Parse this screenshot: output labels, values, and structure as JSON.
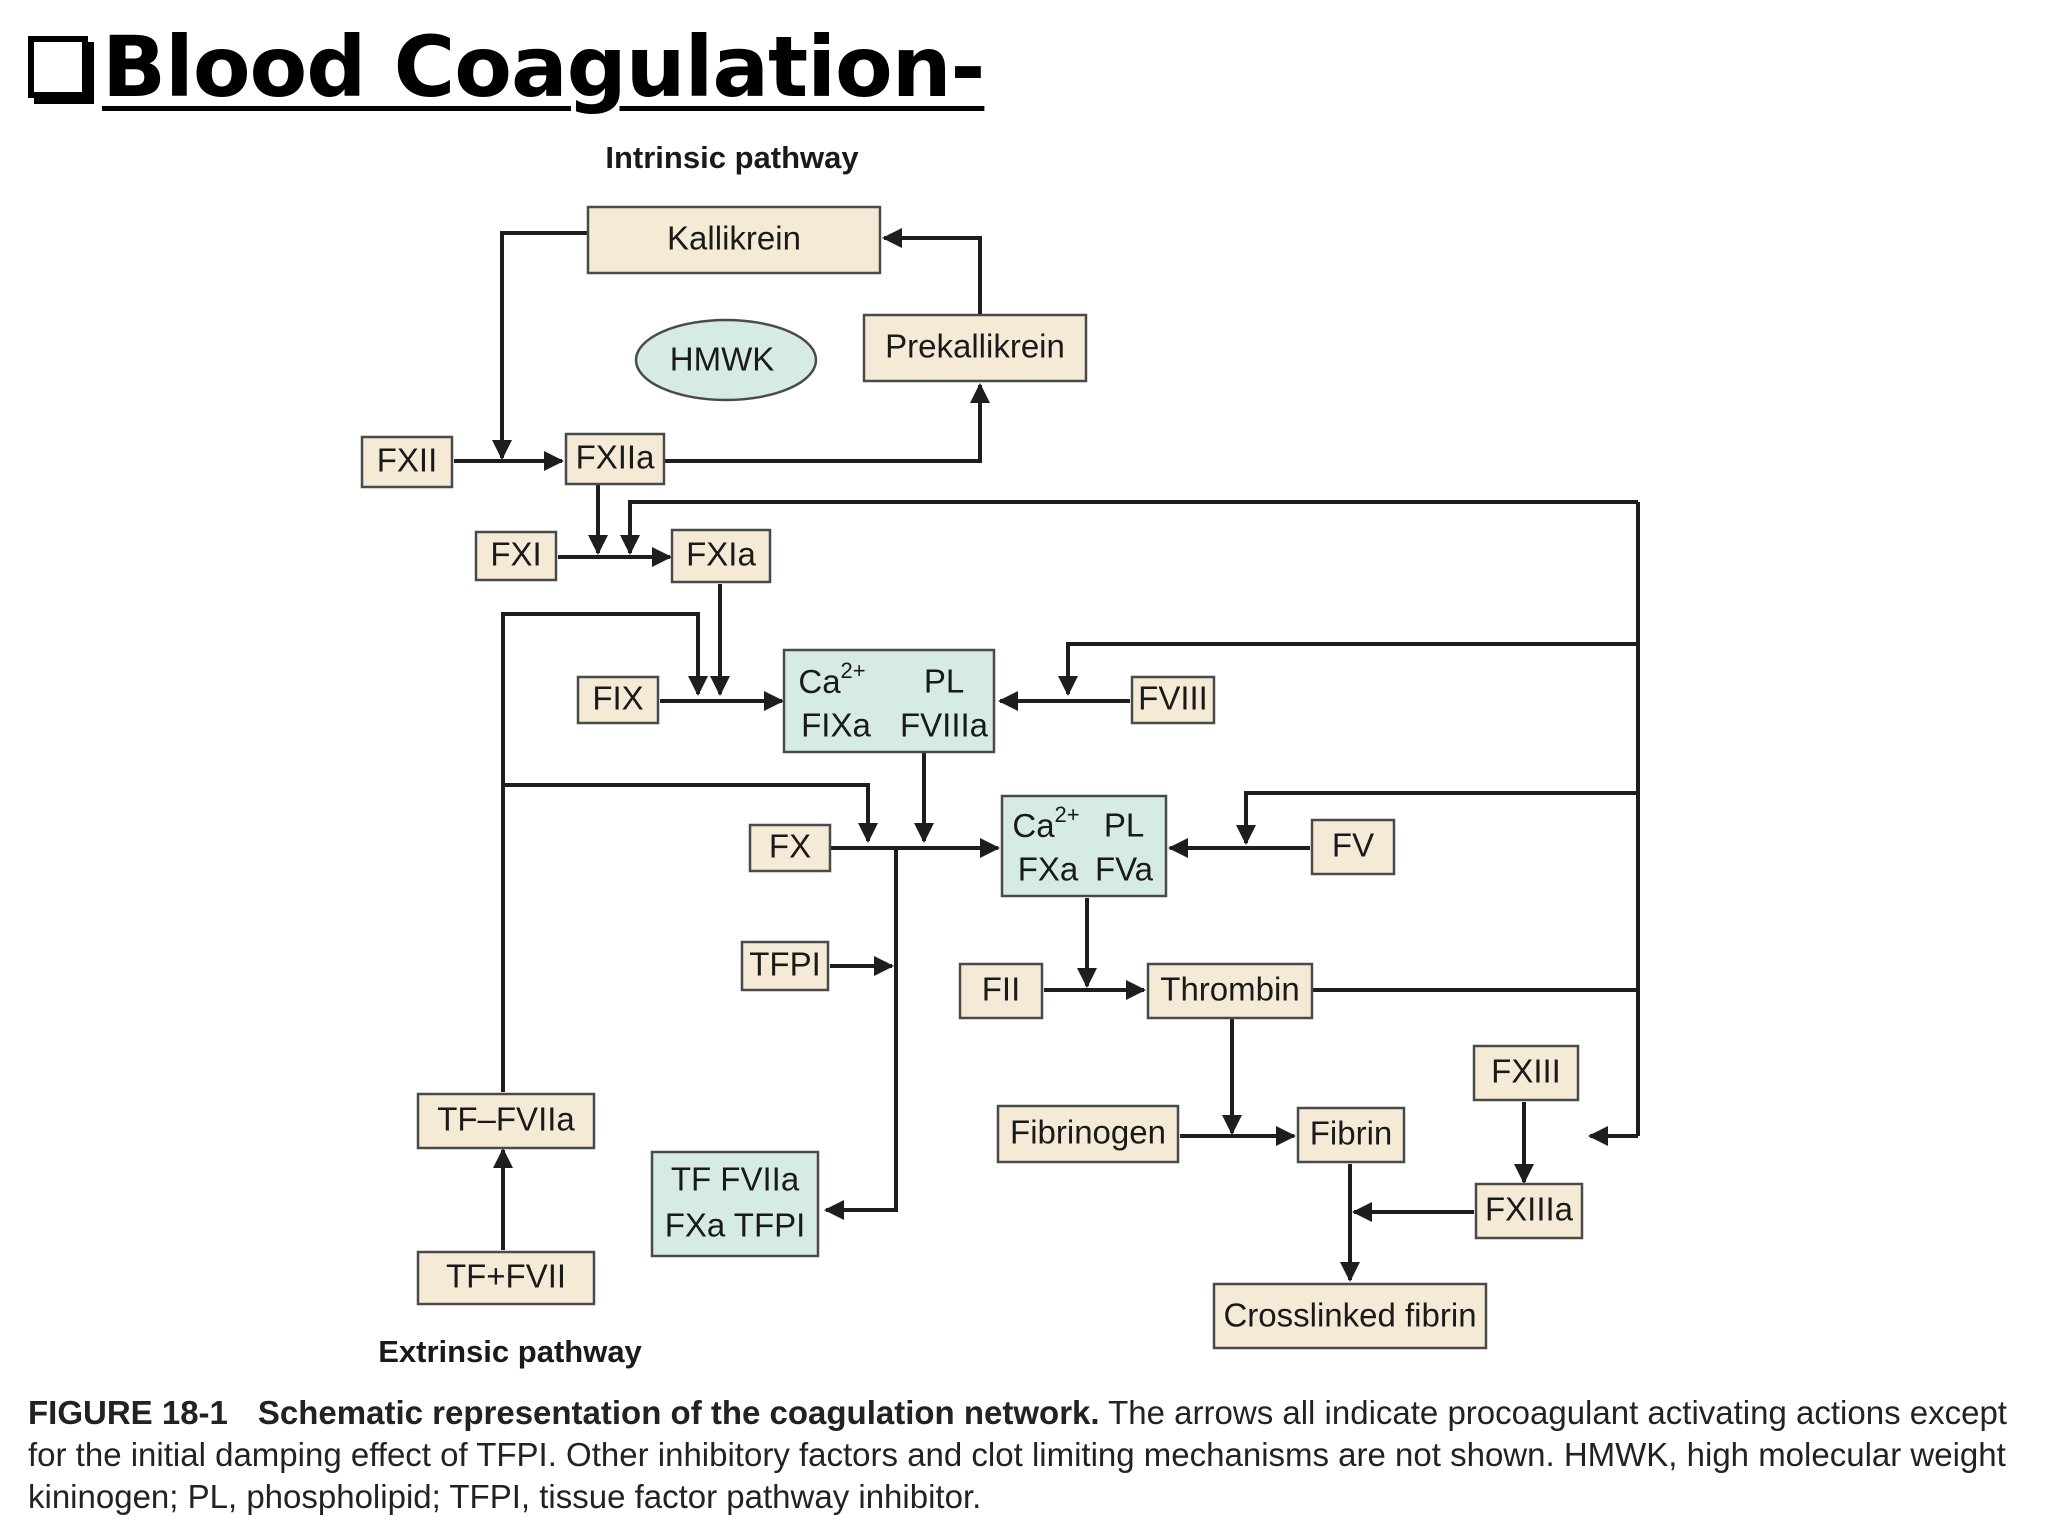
{
  "slide": {
    "title": "Blood Coagulation-"
  },
  "diagram": {
    "intrinsic_label": "Intrinsic pathway",
    "extrinsic_label": "Extrinsic pathway",
    "nodes": {
      "kallikrein": "Kallikrein",
      "hmwk": "HMWK",
      "prekallikrein": "Prekallikrein",
      "fxii": "FXII",
      "fxiia": "FXIIa",
      "fxi": "FXI",
      "fxia": "FXIa",
      "fix": "FIX",
      "tenase": {
        "l1": "Ca2+",
        "l1_base": "Ca",
        "l1_sup": "2+",
        "r1": "PL",
        "l2": "FIXa",
        "r2": "FVIIIa"
      },
      "fviii": "FVIII",
      "fx": "FX",
      "prothrombinase": {
        "l1": "Ca2+",
        "l1_base": "Ca",
        "l1_sup": "2+",
        "r1": "PL",
        "l2": "FXa",
        "r2": "FVa"
      },
      "fv": "FV",
      "tfpi": "TFPI",
      "fii": "FII",
      "thrombin": "Thrombin",
      "fxiii": "FXIII",
      "tf_fviia": "TF–FVIIa",
      "tf_complex": {
        "line1": "TF FVIIa",
        "line2": "FXa TFPI"
      },
      "fibrinogen": "Fibrinogen",
      "fibrin": "Fibrin",
      "fxiiia": "FXIIIa",
      "tf_fvii": "TF+FVII",
      "crosslinked_fibrin": "Crosslinked fibrin"
    }
  },
  "caption": {
    "figure_number": "FIGURE 18-1",
    "heading": "Schematic representation of the coagulation network.",
    "body": "The arrows all indicate procoagulant activating actions except for the initial damping effect of TFPI. Other inhibitory factors and clot limiting mechanisms are not shown. HMWK, high molecular weight kininogen; PL, phospholipid; TFPI, tissue factor pathway inhibitor."
  }
}
